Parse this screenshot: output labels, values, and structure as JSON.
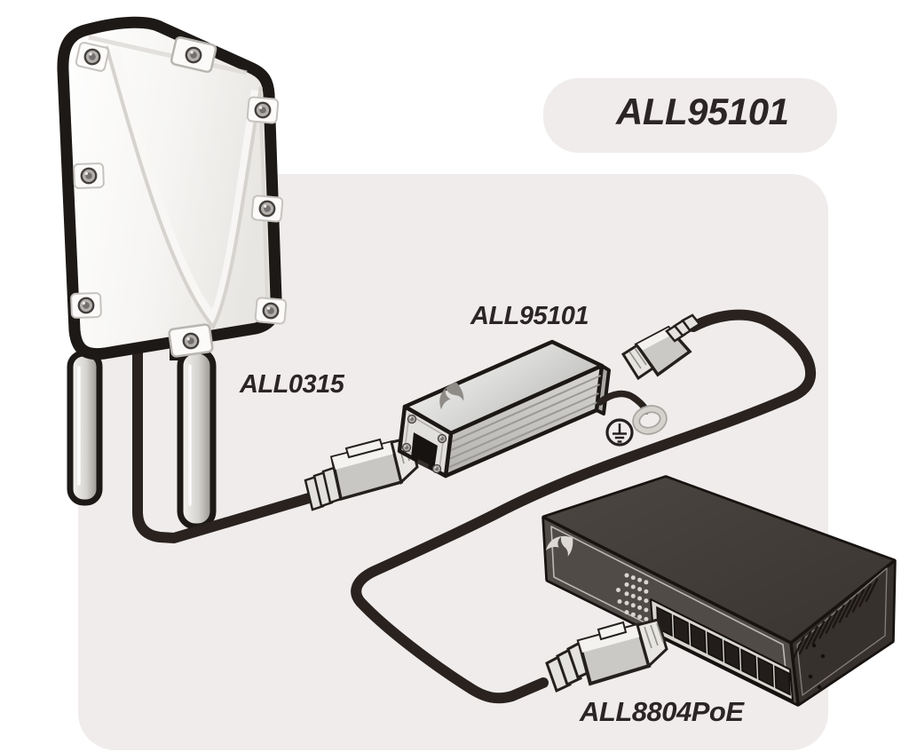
{
  "title": "ALL95101",
  "labels": {
    "injector": "ALL95101",
    "antenna_cable": "ALL0315",
    "switch": "ALL8804PoE"
  },
  "icons": {
    "allnet_logo_injector": "bird-logo",
    "allnet_logo_switch": "bird-logo",
    "ground_symbol": "protective-earth-icon",
    "ground_ring": "grounding-ring-washer"
  },
  "colors": {
    "background": "#ffffff",
    "panel": "#efeceb",
    "cable": "#29221f",
    "text": "#2b2526",
    "injector_metal_light": "#f2f2f0",
    "injector_metal_dark": "#b9b8b6",
    "switch_top": "#46403d",
    "switch_front": "#514b48",
    "switch_side": "#37312e",
    "port_strip": "#d8d5d0"
  }
}
